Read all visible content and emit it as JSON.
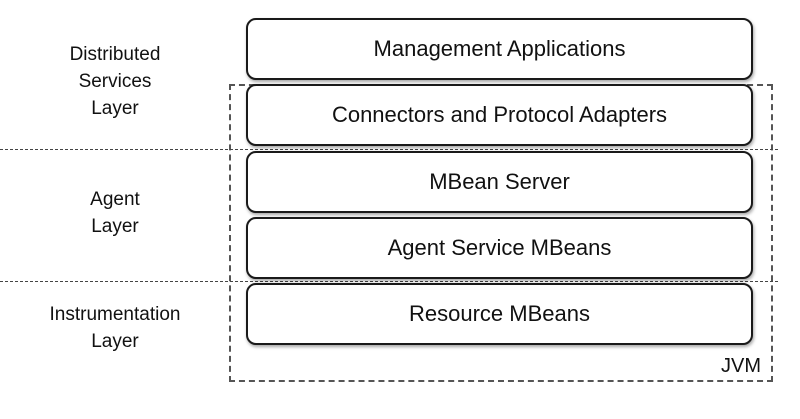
{
  "boxes": [
    "Management Applications",
    "Connectors and Protocol Adapters",
    "MBean Server",
    "Agent Service MBeans",
    "Resource MBeans"
  ],
  "jvm_label": "JVM",
  "layers": [
    {
      "lines": [
        "Distributed",
        "Services",
        "Layer"
      ]
    },
    {
      "lines": [
        "Agent",
        "Layer"
      ]
    },
    {
      "lines": [
        "Instrumentation",
        "Layer"
      ]
    }
  ]
}
